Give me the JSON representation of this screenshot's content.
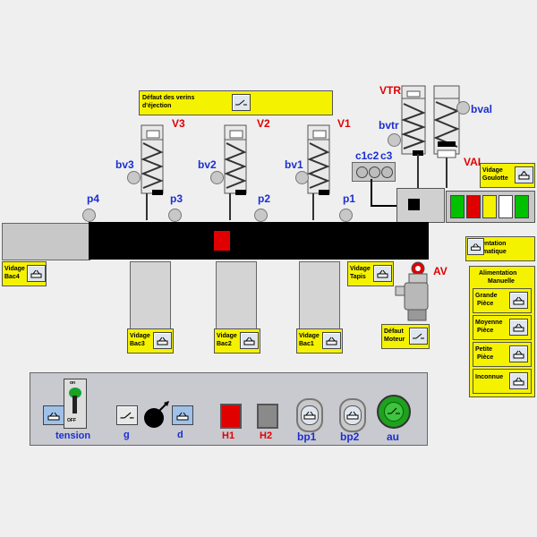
{
  "header": {
    "defaut_verins_line1": "Défaut des verins",
    "defaut_verins_line2": "d'éjection"
  },
  "pistons": {
    "v3": "V3",
    "v2": "V2",
    "v1": "V1",
    "vtr": "VTR"
  },
  "sensors": {
    "bv3": "bv3",
    "bv2": "bv2",
    "bv1": "bv1",
    "p4": "p4",
    "p3": "p3",
    "p2": "p2",
    "p1": "p1",
    "bvtr": "bvtr",
    "bval": "bval",
    "val": "VAL",
    "c1": "c1",
    "c2": "c2",
    "c3": "c3",
    "av": "AV"
  },
  "controls": {
    "vidage_bac4_1": "Vidage",
    "vidage_bac4_2": "Bac4",
    "vidage_bac3_1": "Vidage",
    "vidage_bac3_2": "Bac3",
    "vidage_bac2_1": "Vidage",
    "vidage_bac2_2": "Bac2",
    "vidage_bac1_1": "Vidage",
    "vidage_bac1_2": "Bac1",
    "vidage_tapis_1": "Vidage",
    "vidage_tapis_2": "Tapis",
    "defaut_moteur_1": "Défaut",
    "defaut_moteur_2": "Moteur",
    "vidage_goulotte_1": "Vidage",
    "vidage_goulotte_2": "Goulotte",
    "alim_auto_1": "Alimentation",
    "alim_auto_2": "Automatique"
  },
  "alim_manuelle": {
    "title_1": "Alimentation",
    "title_2": "Manuelle",
    "grande_1": "Grande",
    "grande_2": "Pièce",
    "moyenne_1": "Moyenne",
    "moyenne_2": "Pièce",
    "petite_1": "Petite",
    "petite_2": "Pièce",
    "inconnue": "Inconnue"
  },
  "light_colors": [
    "#00c000",
    "#e00000",
    "#f5f200",
    "#ffffff",
    "#00c000"
  ],
  "panel": {
    "tension": "tension",
    "switch_on": "on",
    "switch_off": "OFF",
    "g": "g",
    "d": "d",
    "h1": "H1",
    "h2": "H2",
    "bp1": "bp1",
    "bp2": "bp2",
    "au": "au"
  }
}
